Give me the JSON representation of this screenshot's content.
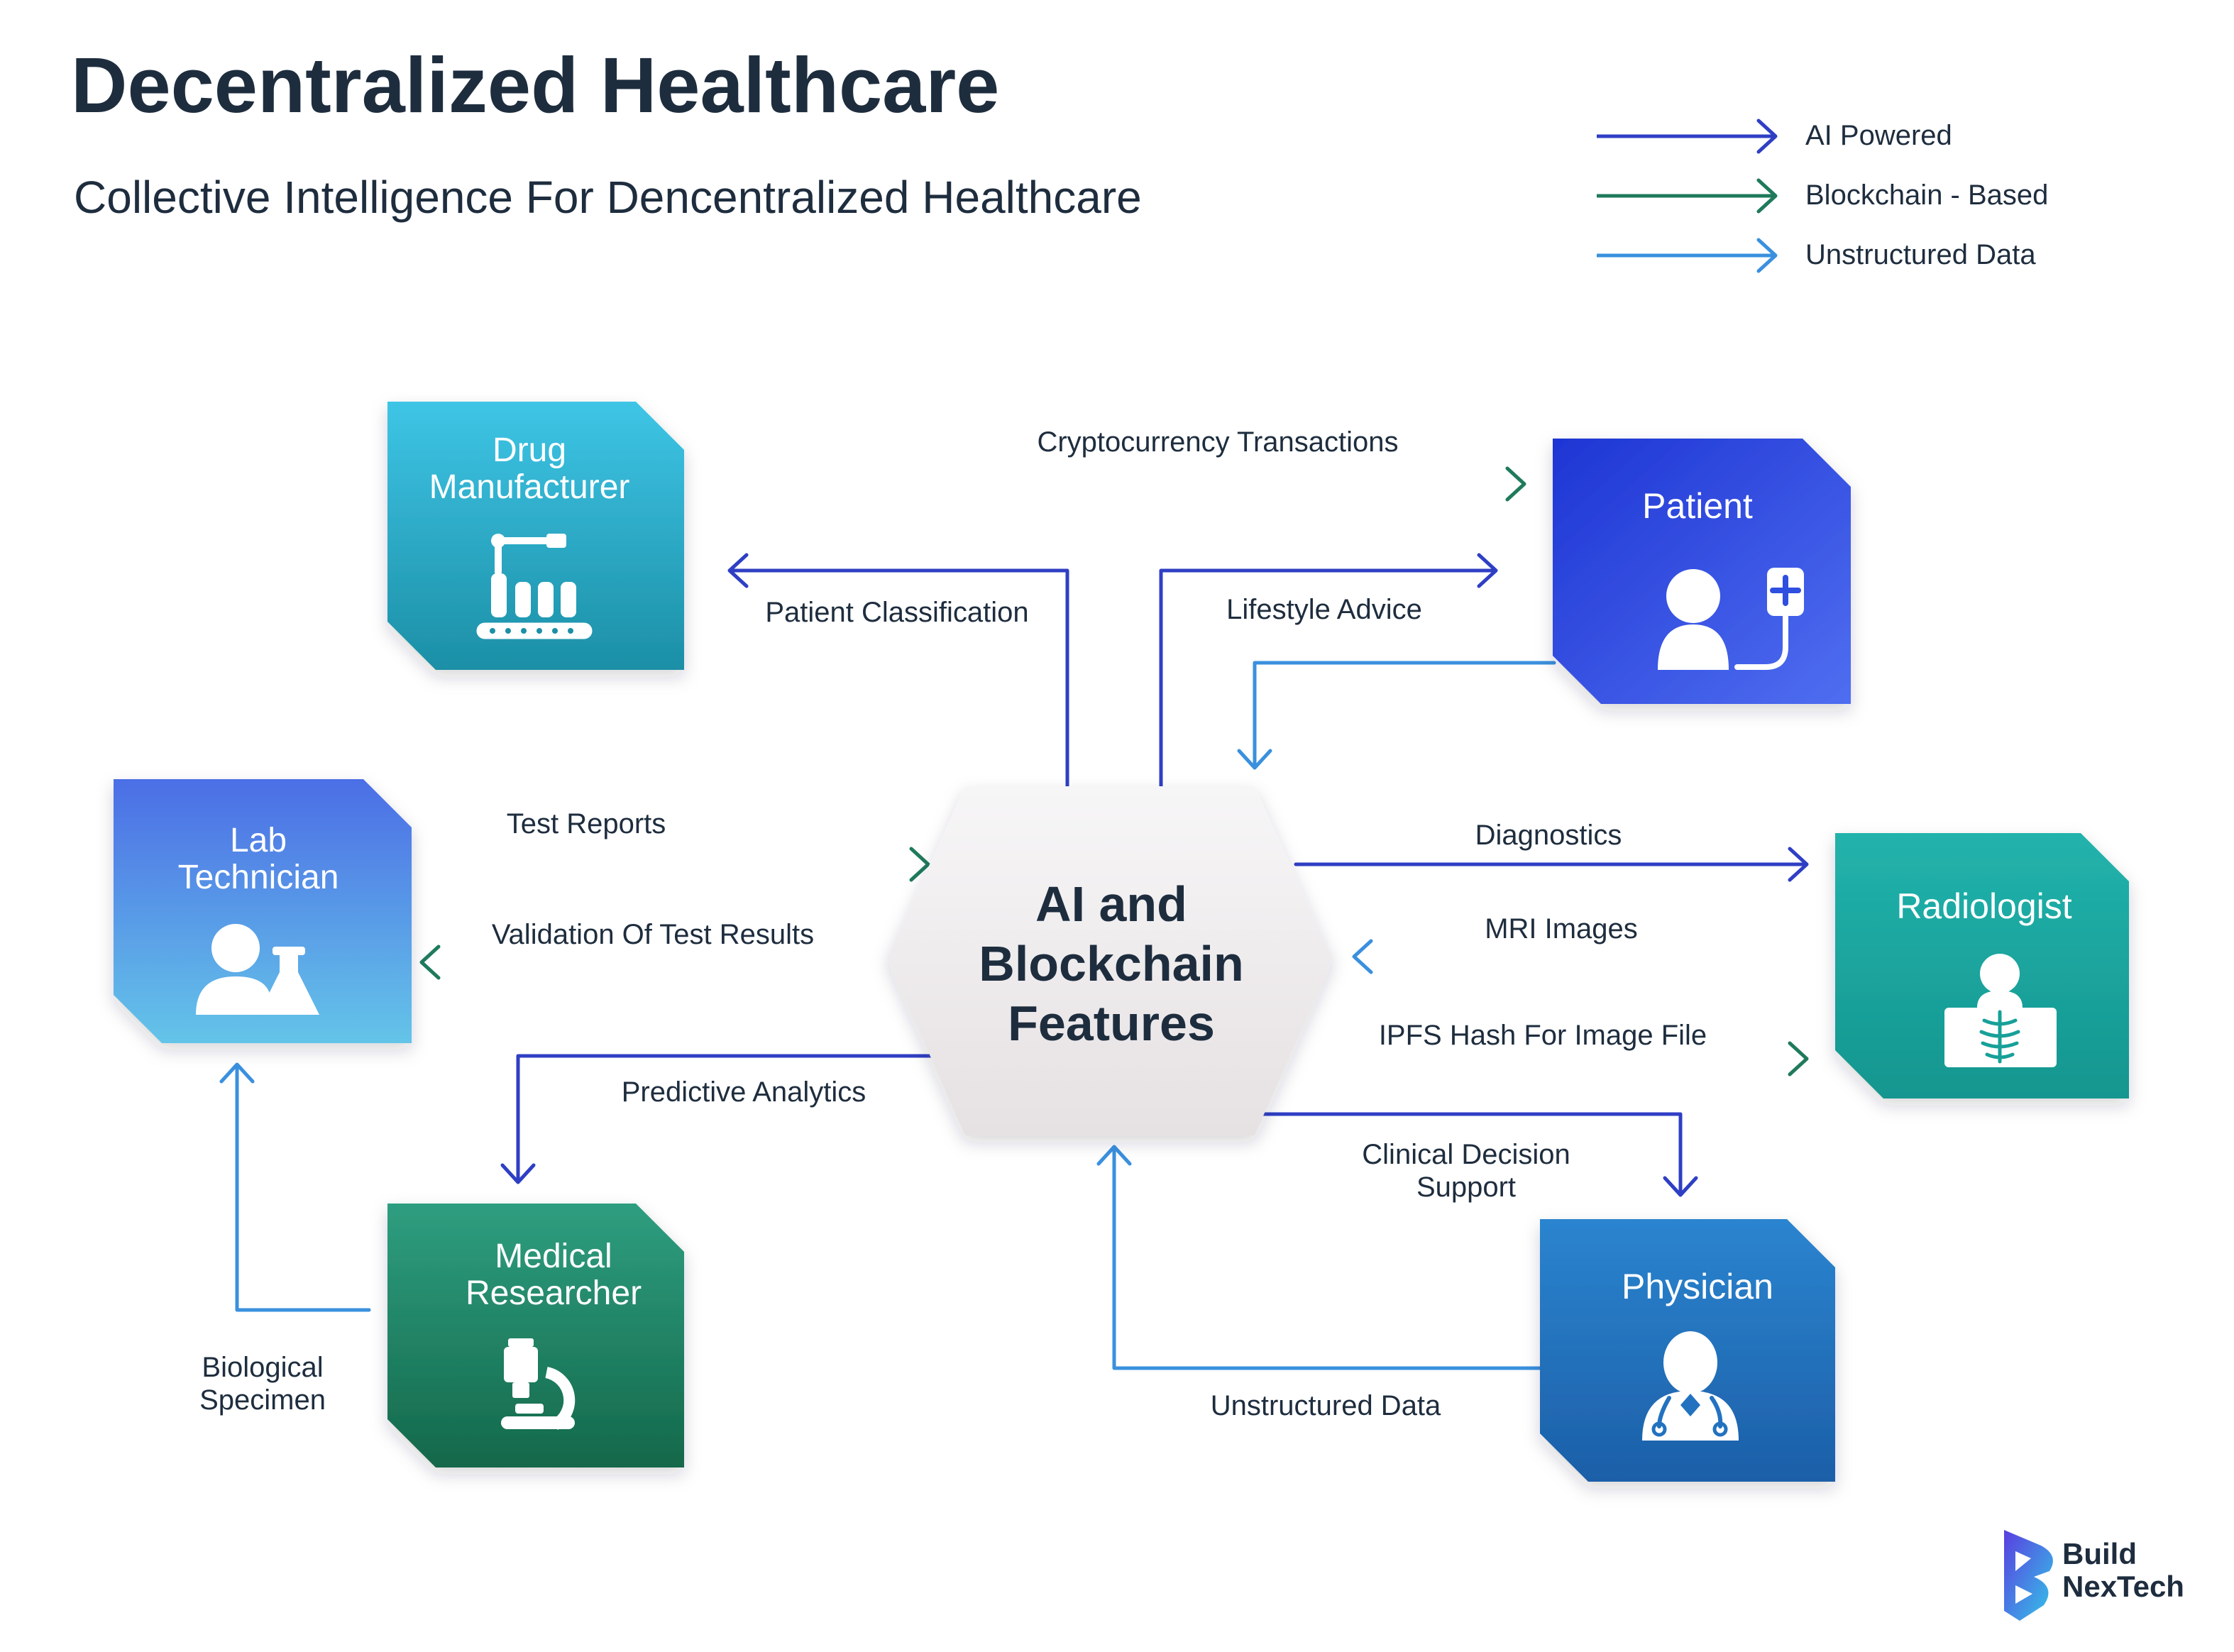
{
  "title": "Decentralized Healthcare",
  "subtitle": "Collective Intelligence For Dencentralized Healthcare",
  "colors": {
    "ai_powered": "#2f3fc4",
    "blockchain": "#1f7a5c",
    "unstructured": "#3a90de",
    "text_dark": "#1e2d3e"
  },
  "legend": [
    {
      "label": "AI Powered",
      "color": "#2f3fc4"
    },
    {
      "label": "Blockchain - Based",
      "color": "#1f7a5c"
    },
    {
      "label": "Unstructured Data",
      "color": "#3a90de"
    }
  ],
  "hub": {
    "lines": [
      "AI and",
      "Blockchain",
      "Features"
    ]
  },
  "nodes": {
    "drug": {
      "lines": [
        "Drug",
        "Manufacturer"
      ],
      "icon": "factory-robot-arm-icon",
      "colors": [
        "#3ec5e6",
        "#1c8fa6"
      ]
    },
    "patient": {
      "lines": [
        "Patient"
      ],
      "icon": "patient-iv-bag-icon",
      "colors": [
        "#1e35d4",
        "#4f6ef0"
      ]
    },
    "lab": {
      "lines": [
        "Lab",
        "Technician"
      ],
      "icon": "lab-flask-icon",
      "colors": [
        "#4c6ee6",
        "#64c4e8"
      ]
    },
    "radiologist": {
      "lines": [
        "Radiologist"
      ],
      "icon": "xray-chest-icon",
      "colors": [
        "#22b3ac",
        "#14968f"
      ]
    },
    "researcher": {
      "lines": [
        "Medical",
        "Researcher"
      ],
      "icon": "microscope-icon",
      "colors": [
        "#2f9e80",
        "#14684a"
      ]
    },
    "physician": {
      "lines": [
        "Physician"
      ],
      "icon": "doctor-stethoscope-icon",
      "colors": [
        "#2b84cf",
        "#1c5fa8"
      ]
    }
  },
  "flows": {
    "crypto": "Cryptocurrency Transactions",
    "patient_class": "Patient Classification",
    "lifestyle": "Lifestyle Advice",
    "test_reports": "Test Reports",
    "validation": "Validation Of Test Results",
    "diagnostics": "Diagnostics",
    "mri": "MRI Images",
    "ipfs": "IPFS Hash For Image File",
    "predictive": "Predictive Analytics",
    "clinical": [
      "Clinical Decision",
      "Support"
    ],
    "unstructured": "Unstructured Data",
    "biological": [
      "Biological",
      "Specimen"
    ]
  },
  "brand": {
    "lines": [
      "Build",
      "NexTech"
    ]
  }
}
